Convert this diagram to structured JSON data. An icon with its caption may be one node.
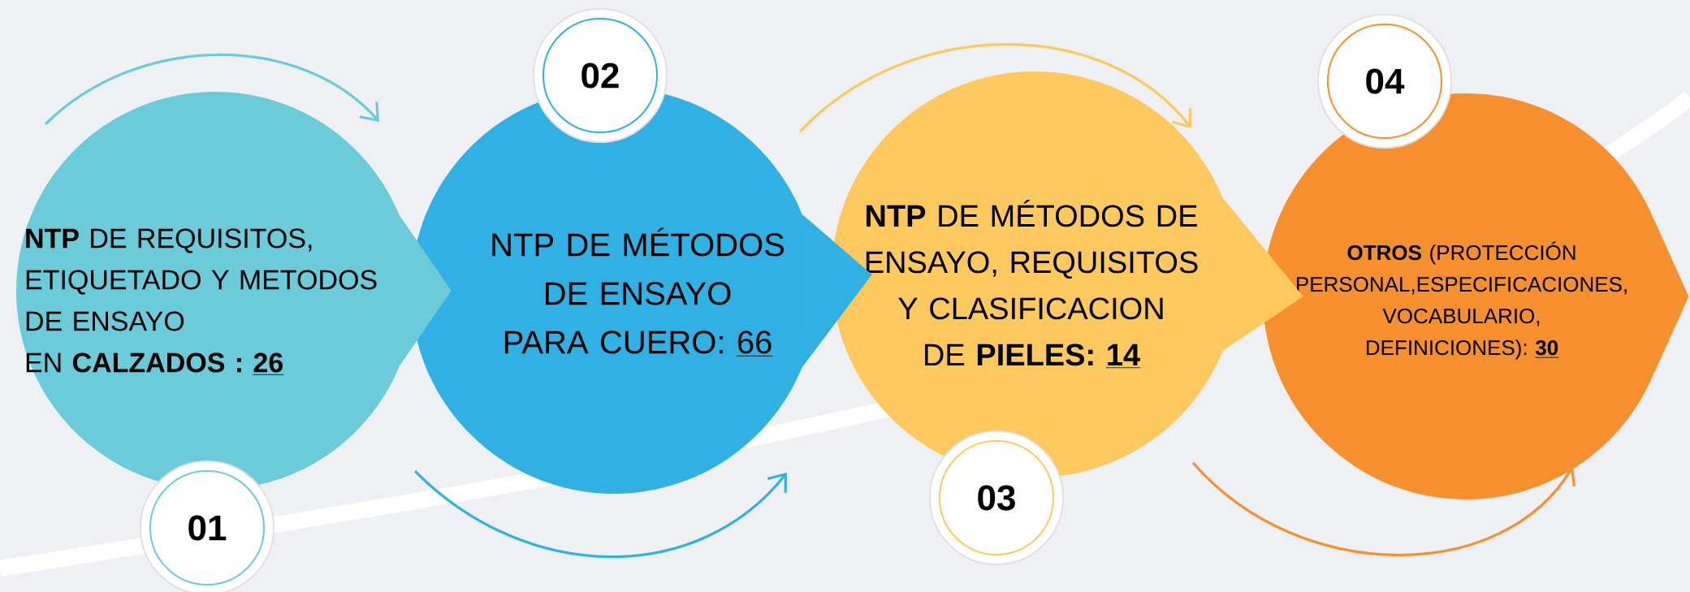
{
  "diagram": {
    "nodes": [
      {
        "text": [
          "**NTP** DE REQUISITOS, ETIQUETADO Y METODOS DE ENSAYO",
          "EN **CALZADOS :**",
          "26"
        ]
      },
      {
        "text": [
          "NTP DE MÉTODOS DE ENSAYO PARA CUERO:",
          "66"
        ]
      },
      {
        "text": [
          "**NTP** DE MÉTODOS DE ENSAYO, REQUISITOS Y CLASIFICACION DE **PIELES:**",
          "14"
        ]
      },
      {
        "text": [
          "**OTROS** (PROTECCIÓN PERSONAL,ESPECIFICACIONES, VOCABULARIO, DEFINICIONES):",
          "30"
        ]
      },
      {
        "text": [
          "01"
        ]
      },
      {
        "text": [
          "02"
        ]
      },
      {
        "text": [
          "03"
        ]
      },
      {
        "text": [
          "04"
        ]
      }
    ],
    "edges": [
      {
        "from": 0,
        "to": 1,
        "arrow": "to"
      },
      {
        "from": 1,
        "to": 2,
        "arrow": "to"
      },
      {
        "from": 2,
        "to": 3,
        "arrow": "to"
      },
      {
        "from": 3,
        "to": null,
        "arrow": "to"
      }
    ]
  }
}
